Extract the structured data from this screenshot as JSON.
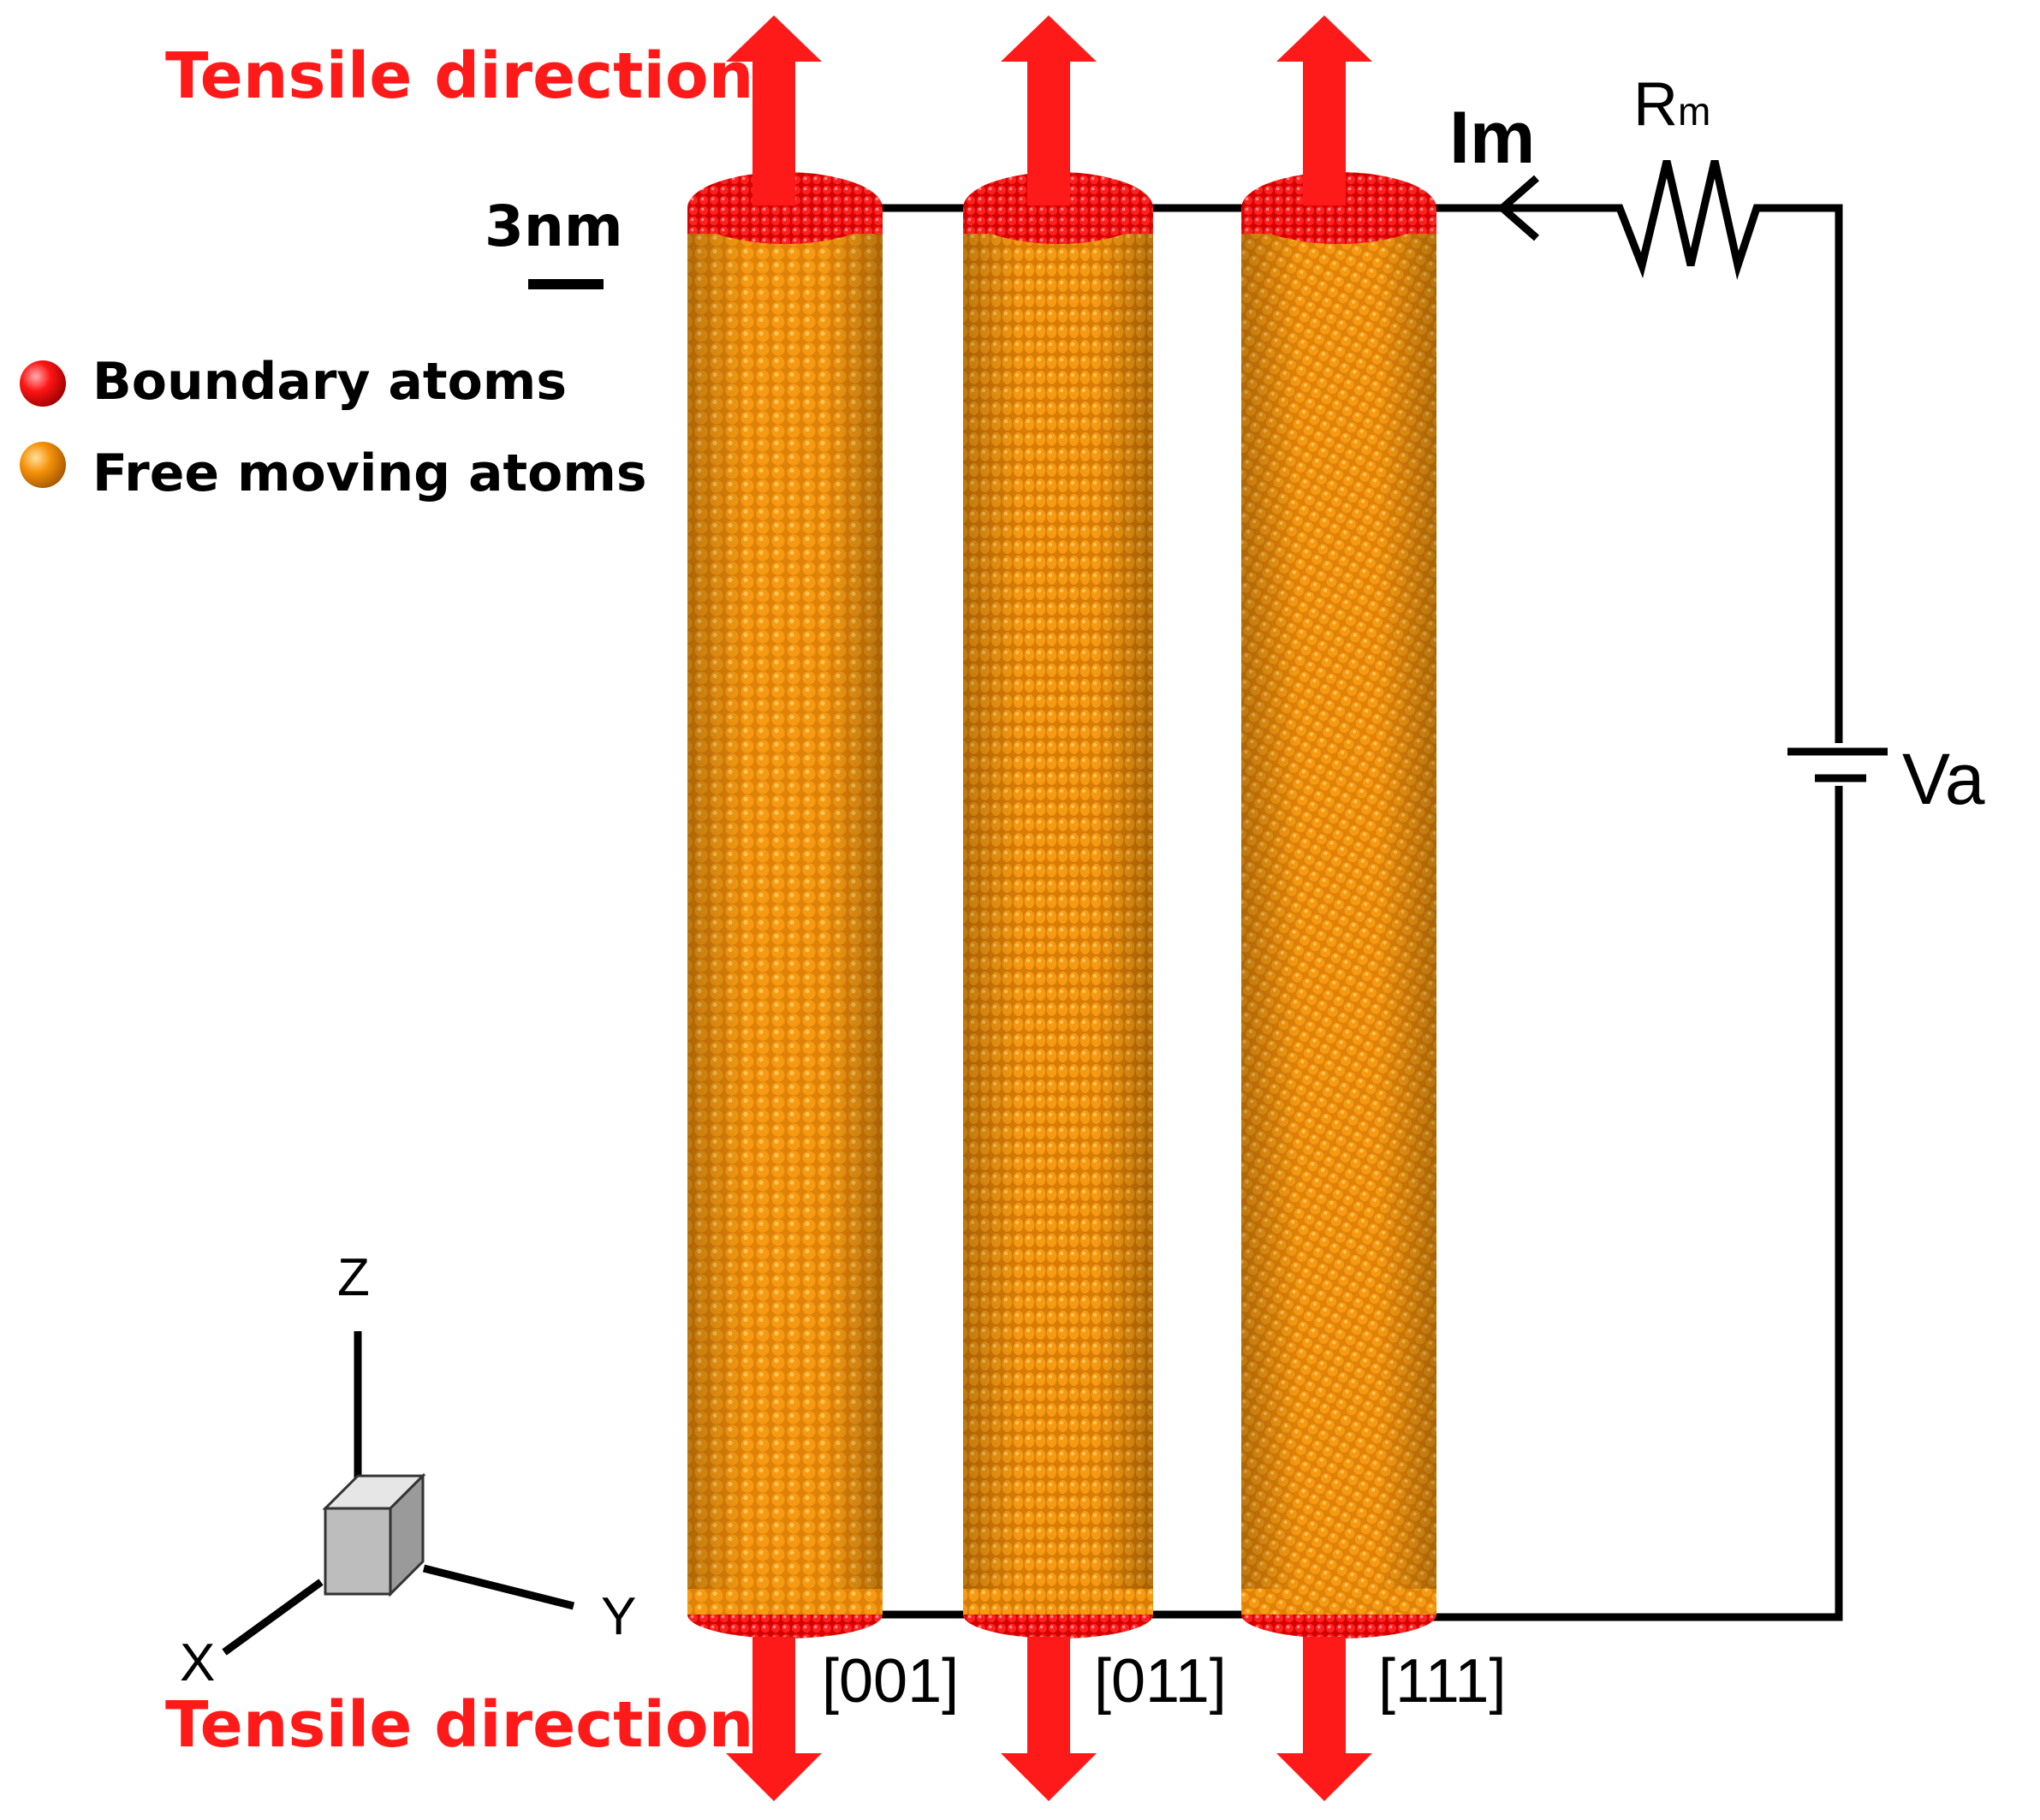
{
  "labels": {
    "tensile_top": "Tensile direction",
    "tensile_bottom": "Tensile direction",
    "scale_bar": "3nm",
    "current": "Im",
    "resistor_main": "R",
    "resistor_sub": "m",
    "voltage": "Va"
  },
  "legend": [
    {
      "label": "Boundary atoms",
      "color": "#ff1515"
    },
    {
      "label": "Free moving atoms",
      "color": "#f5920a"
    }
  ],
  "nanowires": [
    {
      "direction": "[001]"
    },
    {
      "direction": "[011]"
    },
    {
      "direction": "[111]"
    }
  ],
  "axes": {
    "z": "Z",
    "y": "Y",
    "x": "X"
  },
  "colors": {
    "boundary": "#ff1515",
    "free_atoms": "#f5920a",
    "arrow": "#ff1a1a",
    "wire": "#000000"
  }
}
